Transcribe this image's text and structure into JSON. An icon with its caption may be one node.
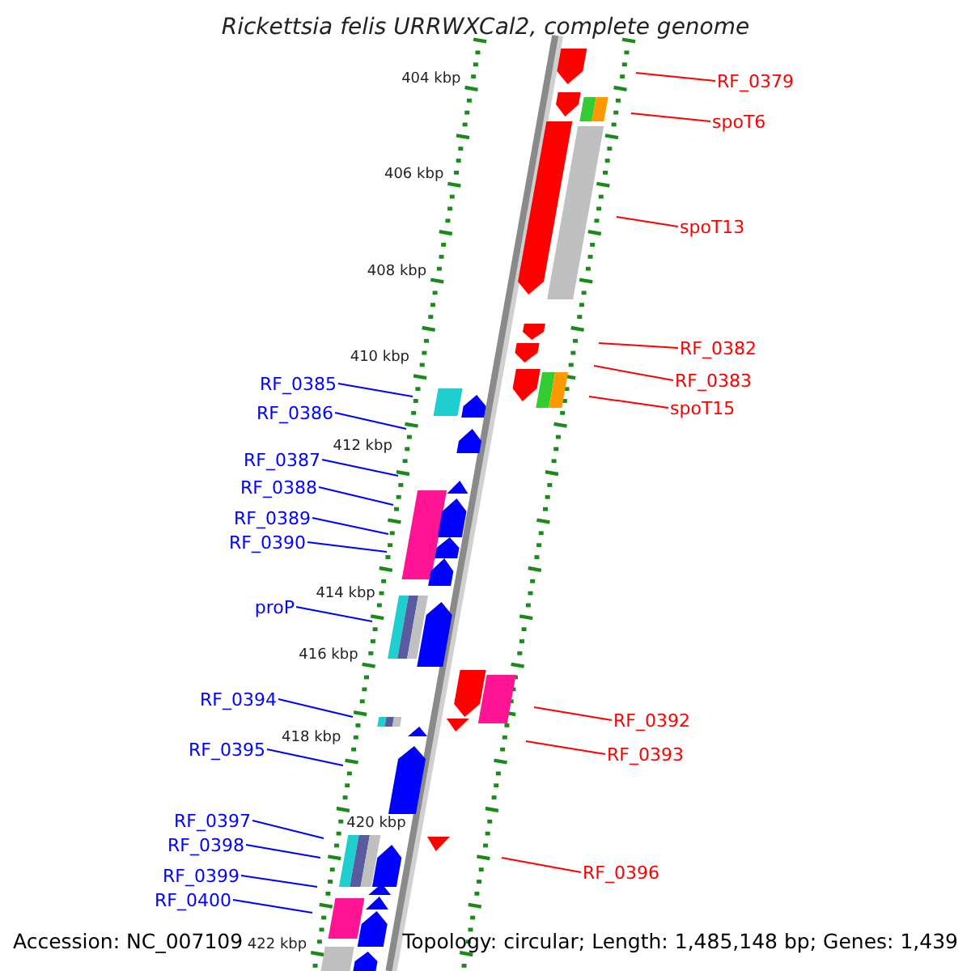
{
  "diagram": {
    "title": "Rickettsia felis URRWXCal2, complete genome",
    "nodes": [
      {
        "text": [
          "RF_0379"
        ]
      },
      {
        "text": [
          "spoT6"
        ]
      },
      {
        "text": [
          "spoT13"
        ]
      },
      {
        "text": [
          "RF_0382"
        ]
      },
      {
        "text": [
          "RF_0383"
        ]
      },
      {
        "text": [
          "RF_0385"
        ]
      },
      {
        "text": [
          "spoT15"
        ]
      },
      {
        "text": [
          "RF_0386"
        ]
      },
      {
        "text": [
          "RF_0387"
        ]
      },
      {
        "text": [
          "RF_0388"
        ]
      },
      {
        "text": [
          "RF_0389"
        ]
      },
      {
        "text": [
          "RF_0390"
        ]
      },
      {
        "text": [
          "proP"
        ]
      },
      {
        "text": [
          "RF_0394"
        ]
      },
      {
        "text": [
          "RF_0392"
        ]
      },
      {
        "text": [
          "RF_0395"
        ]
      },
      {
        "text": [
          "RF_0393"
        ]
      },
      {
        "text": [
          "RF_0397"
        ]
      },
      {
        "text": [
          "RF_0398"
        ]
      },
      {
        "text": [
          "RF_0396"
        ]
      },
      {
        "text": [
          "RF_0399"
        ]
      },
      {
        "text": [
          "RF_0400"
        ]
      }
    ],
    "edges": [
      {
        "from": 0,
        "to": null,
        "arrow": "none",
        "color": "#ff0000"
      },
      {
        "from": 1,
        "to": null,
        "arrow": "none",
        "color": "#ff0000"
      },
      {
        "from": 2,
        "to": null,
        "arrow": "none",
        "color": "#ff0000"
      },
      {
        "from": 3,
        "to": null,
        "arrow": "none",
        "color": "#ff0000"
      },
      {
        "from": 4,
        "to": null,
        "arrow": "none",
        "color": "#ff0000"
      },
      {
        "from": 5,
        "to": null,
        "arrow": "none"
      },
      {
        "from": 6,
        "to": null,
        "arrow": "none",
        "color": "#ff0000"
      },
      {
        "from": 7,
        "to": null,
        "arrow": "none"
      },
      {
        "from": 8,
        "to": null,
        "arrow": "none"
      },
      {
        "from": 9,
        "to": null,
        "arrow": "none"
      },
      {
        "from": 10,
        "to": null,
        "arrow": "none"
      },
      {
        "from": 11,
        "to": null,
        "arrow": "none"
      },
      {
        "from": 12,
        "to": null,
        "arrow": "none"
      },
      {
        "from": 13,
        "to": null,
        "arrow": "none"
      },
      {
        "from": 14,
        "to": null,
        "arrow": "none",
        "color": "#ff0000"
      },
      {
        "from": 15,
        "to": null,
        "arrow": "none"
      },
      {
        "from": 16,
        "to": null,
        "arrow": "none",
        "color": "#ff0000"
      },
      {
        "from": 17,
        "to": null,
        "arrow": "none"
      },
      {
        "from": 18,
        "to": null,
        "arrow": "none"
      },
      {
        "from": 19,
        "to": null,
        "arrow": "none",
        "color": "#ff0000"
      },
      {
        "from": 20,
        "to": null,
        "arrow": "none"
      },
      {
        "from": 21,
        "to": null,
        "arrow": "none"
      }
    ],
    "labels": [
      "404 kbp",
      "406 kbp",
      "408 kbp",
      "410 kbp",
      "412 kbp",
      "414 kbp",
      "416 kbp",
      "418 kbp",
      "420 kbp",
      "422 kbp",
      "Accession: NC_007109",
      "Topology: circular; Length: 1,485,148 bp; Genes: 1,439"
    ]
  }
}
